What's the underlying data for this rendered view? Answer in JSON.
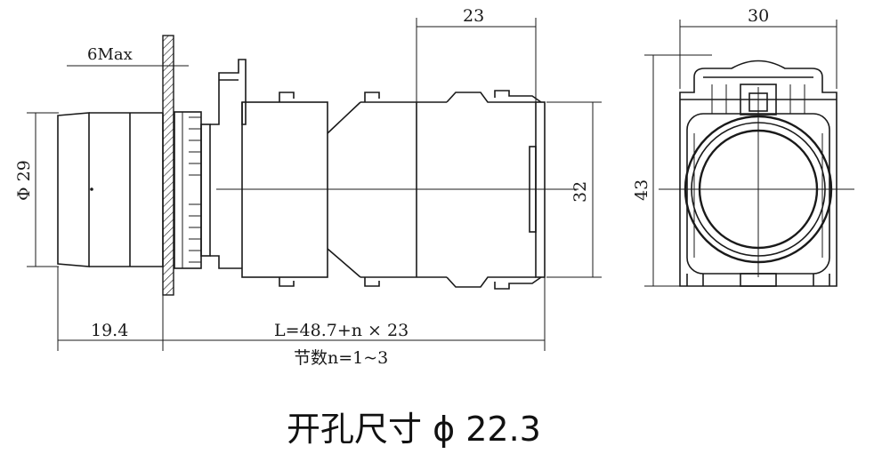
{
  "dimensions": {
    "panel_thickness": "6Max",
    "diameter": "Φ 29",
    "front_length": "19.4",
    "body_length": "L=48.7+n × 23",
    "module_width": "23",
    "body_height": "32",
    "side_width": "30",
    "side_height": "43"
  },
  "note": "节数n=1~3",
  "title": "开孔尺寸 ϕ 22.3"
}
